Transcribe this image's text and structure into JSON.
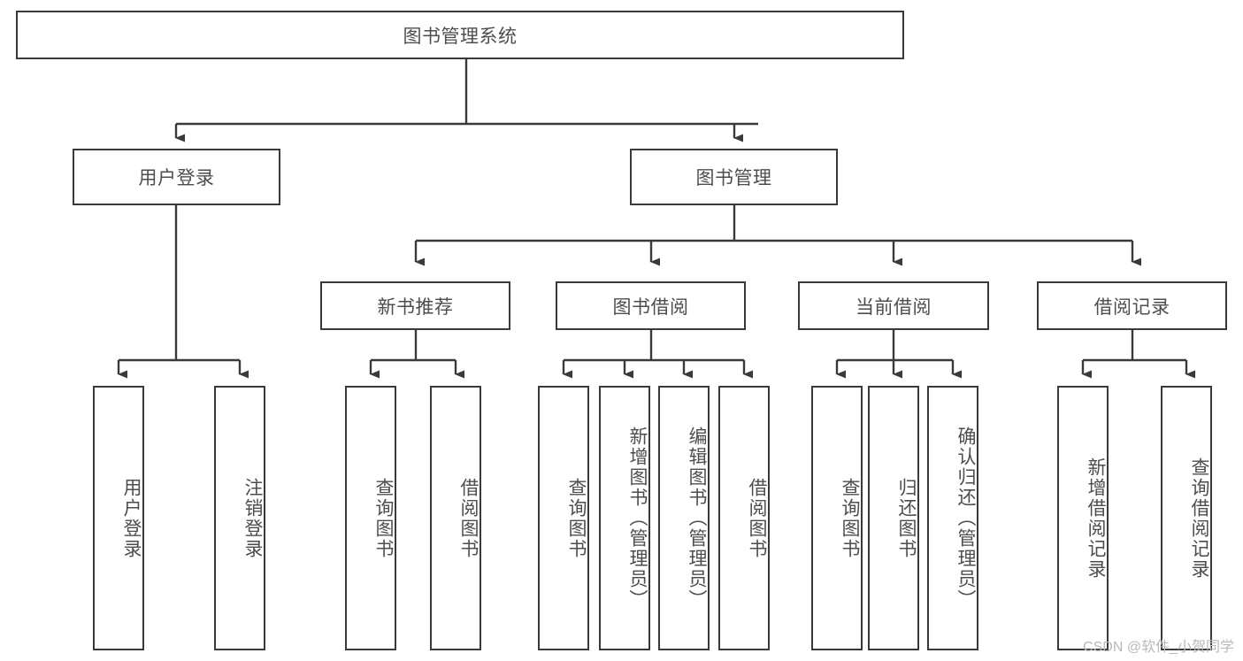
{
  "diagram": {
    "type": "tree-hierarchy",
    "title": "图书管理系统",
    "watermark": "CSDN @软件_小贺同学",
    "colors": {
      "border": "#3a3a3a",
      "text": "#4d4d4d",
      "background": "#ffffff",
      "watermark": "#b9b9b9"
    },
    "root": {
      "label": "图书管理系统"
    },
    "level2": [
      {
        "label": "用户登录"
      },
      {
        "label": "图书管理"
      }
    ],
    "level3": [
      {
        "label": "新书推荐"
      },
      {
        "label": "图书借阅"
      },
      {
        "label": "当前借阅"
      },
      {
        "label": "借阅记录"
      }
    ],
    "leaves": {
      "user_login": [
        {
          "label": "用户登录"
        },
        {
          "label": "注销登录"
        }
      ],
      "new_book": [
        {
          "label": "查询图书"
        },
        {
          "label": "借阅图书"
        }
      ],
      "borrow_book": [
        {
          "label": "查询图书"
        },
        {
          "label": "新增图书（管理员）"
        },
        {
          "label": "编辑图书（管理员）"
        },
        {
          "label": "借阅图书"
        }
      ],
      "current_borrow": [
        {
          "label": "查询图书"
        },
        {
          "label": "归还图书"
        },
        {
          "label": "确认归还（管理员）"
        }
      ],
      "borrow_record": [
        {
          "label": "新增借阅记录"
        },
        {
          "label": "查询借阅记录"
        }
      ]
    }
  }
}
